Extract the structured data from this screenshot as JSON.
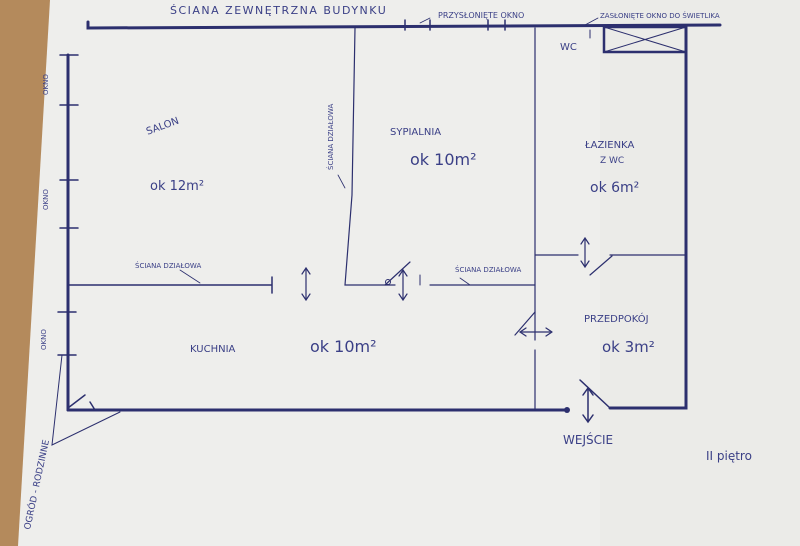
{
  "plan": {
    "top_wall_label": "ŚCIANA ZEWNĘTRZNA BUDYNKU",
    "covered_window_label": "PRZYSŁONIĘTE OKNO",
    "skylight_window_label": "ZASŁONIĘTE OKNO DO ŚWIETLIKA",
    "wc_label": "WC",
    "window_label": "OKNO",
    "partition_label": "ŚCIANA DZIAŁOWA",
    "garden_label": "OGRÓD - RODZINNE",
    "entrance_label": "WEJŚCIE",
    "floor_label": "II piętro",
    "rooms": [
      {
        "name": "SALON",
        "area": "ok 12m²"
      },
      {
        "name": "SYPIALNIA",
        "area": "ok 10m²"
      },
      {
        "name": "ŁAZIENKA",
        "sub": "Z WC",
        "area": "ok 6m²"
      },
      {
        "name": "KUCHNIA",
        "area": "ok 10m²"
      },
      {
        "name": "PRZEDPOKÓJ",
        "area": "ok 3m²"
      }
    ]
  },
  "colors": {
    "ink": "#2c2f6e",
    "paper": "#f1f1f0",
    "table": "#b48a5c"
  }
}
